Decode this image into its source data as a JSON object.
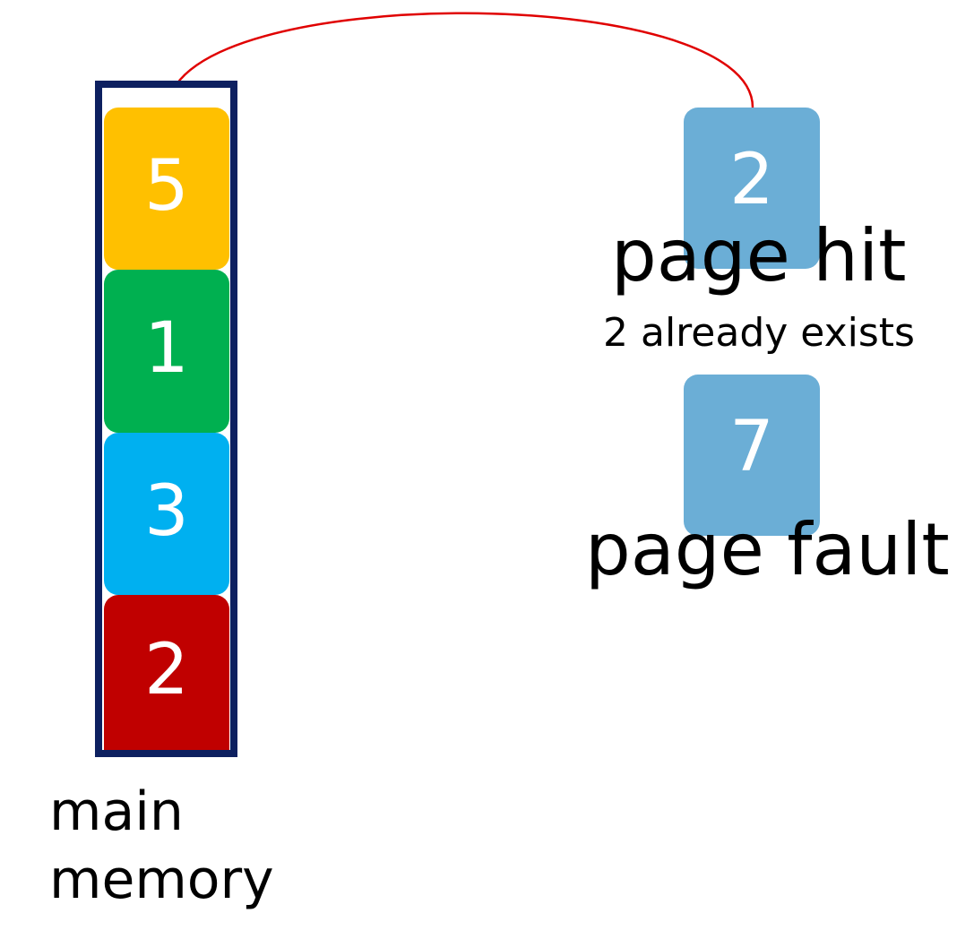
{
  "memory": {
    "label_line1": "main",
    "label_line2": "memory",
    "frame_color": "#0d2060",
    "slots": [
      {
        "value": "5",
        "color": "#ffc000"
      },
      {
        "value": "1",
        "color": "#00b050"
      },
      {
        "value": "3",
        "color": "#00b0f0"
      },
      {
        "value": "2",
        "color": "#c00000"
      }
    ]
  },
  "requests": [
    {
      "value": "2",
      "status": "page hit",
      "note": "2 already exists",
      "color": "#6baed6"
    },
    {
      "value": "7",
      "status": "page fault",
      "color": "#6baed6"
    }
  ],
  "arrow": {
    "color": "#e00000",
    "from": "request 2",
    "to": "main memory"
  }
}
